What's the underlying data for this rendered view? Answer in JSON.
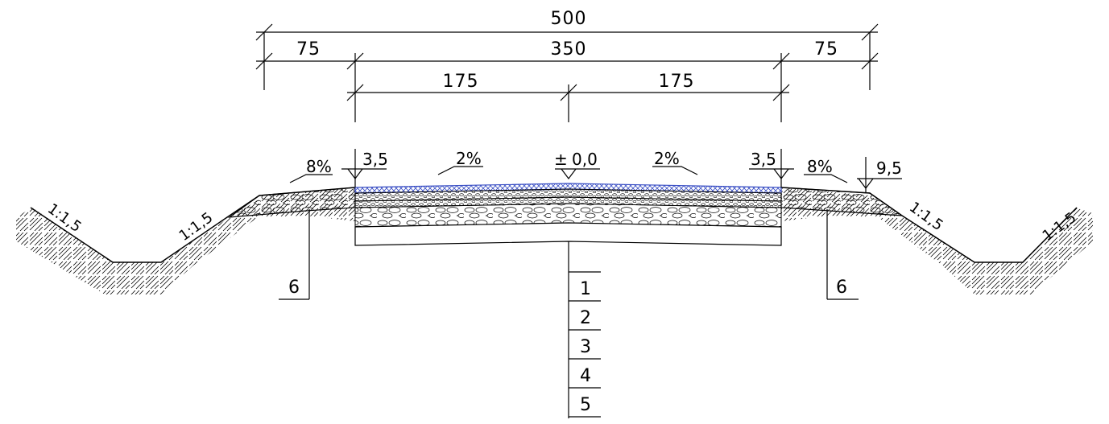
{
  "dimensions": {
    "total": "500",
    "left_shoulder": "75",
    "carriageway": "350",
    "right_shoulder": "75",
    "half_left": "175",
    "half_right": "175"
  },
  "levels": {
    "left_edge": "3,5",
    "center": "0,0",
    "center_sign": "±",
    "right_edge": "3,5",
    "right_shoulder": "9,5"
  },
  "slopes": {
    "left_shoulder": "8%",
    "left_lane": "2%",
    "right_lane": "2%",
    "right_shoulder": "8%",
    "embankment": "1:1,5"
  },
  "layer_labels": [
    "1",
    "2",
    "3",
    "4",
    "5"
  ],
  "shoulder_label": "6",
  "colors": {
    "line": "#000000",
    "surface": "#3a4fc4"
  }
}
